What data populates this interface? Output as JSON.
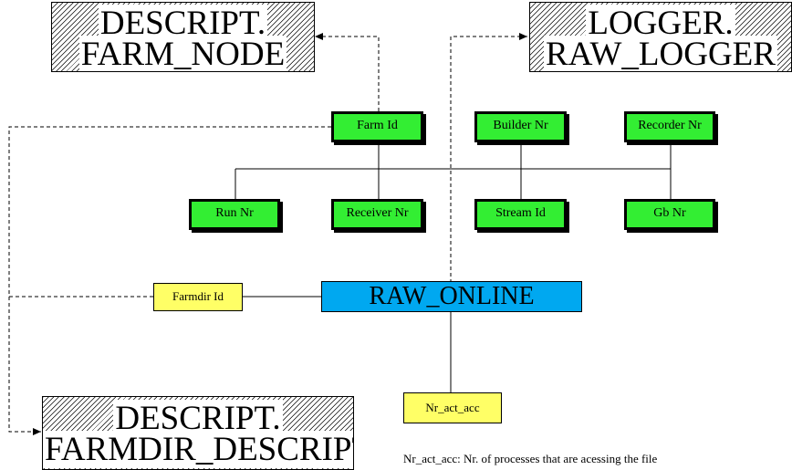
{
  "entities": {
    "farm_node": {
      "line1": "DESCRIPT.",
      "line2": "FARM_NODE"
    },
    "raw_logger": {
      "line1": "LOGGER.",
      "line2": "RAW_LOGGER"
    },
    "farmdir_descript": {
      "line1": "DESCRIPT.",
      "line2": "FARMDIR_DESCRIPT"
    }
  },
  "key_fields": {
    "farm_id": "Farm Id",
    "builder_nr": "Builder Nr",
    "recorder_nr": "Recorder Nr",
    "run_nr": "Run Nr",
    "receiver_nr": "Receiver Nr",
    "stream_id": "Stream Id",
    "gb_nr": "Gb Nr"
  },
  "attributes": {
    "farmdir_id": "Farmdir Id",
    "nr_act_acc": "Nr_act_acc"
  },
  "main_table": "RAW_ONLINE",
  "note": "Nr_act_acc: Nr. of processes that are acessing the file",
  "colors": {
    "key_fill": "#33ee33",
    "attribute_fill": "#ffff66",
    "main_fill": "#00a8f0"
  }
}
